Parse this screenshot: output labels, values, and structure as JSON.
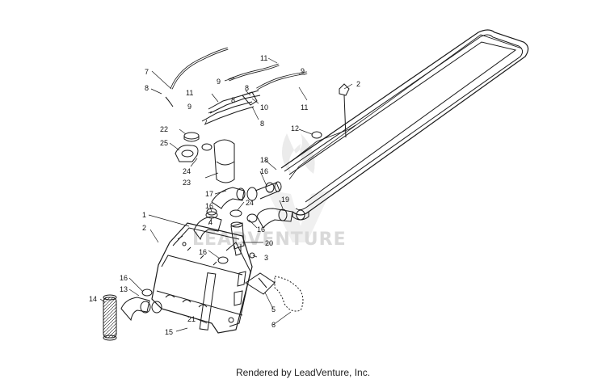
{
  "footer": "Rendered by LeadVenture, Inc.",
  "watermark": "LEADVENTURE",
  "colors": {
    "line": "#1a1a1a",
    "watermark": "#d9d9d9",
    "background": "#ffffff"
  },
  "callouts": [
    "7",
    "8",
    "11",
    "9",
    "9",
    "8",
    "2",
    "11",
    "9",
    "8",
    "10",
    "8",
    "11",
    "22",
    "25",
    "12",
    "24",
    "23",
    "18",
    "16",
    "17",
    "24",
    "16",
    "19",
    "1",
    "4",
    "16",
    "2",
    "20",
    "16",
    "3",
    "16",
    "13",
    "5",
    "14",
    "21",
    "6",
    "15"
  ]
}
